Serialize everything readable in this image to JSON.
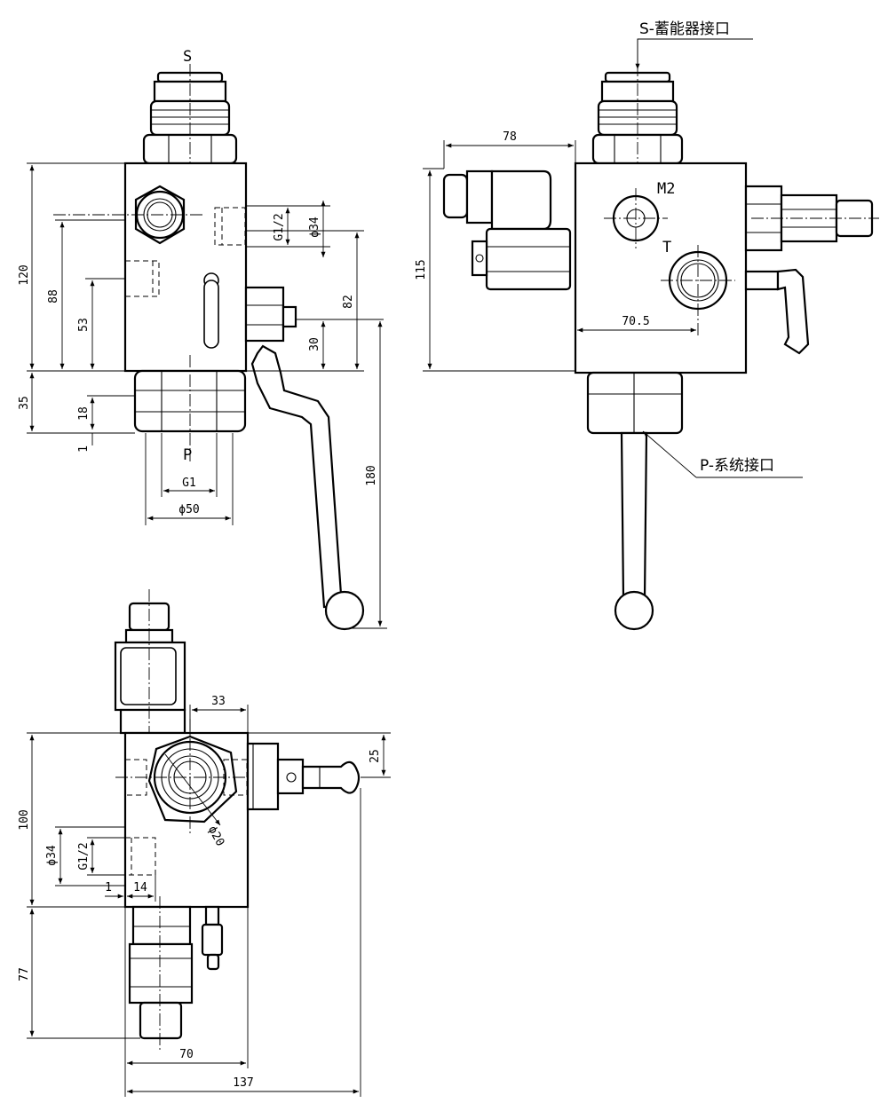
{
  "labels": {
    "port_s": "S",
    "port_p": "P",
    "port_m2": "M2",
    "port_t": "T",
    "callout_s": "S-蓄能器接口",
    "callout_p": "P-系统接口"
  },
  "dims_front": {
    "h120": "120",
    "h88": "88",
    "h53": "53",
    "h35": "35",
    "h18": "18",
    "h1": "1",
    "g1_2": "G1/2",
    "phi34": "ϕ34",
    "h82": "82",
    "h30": "30",
    "h180": "180",
    "g1": "G1",
    "phi50": "ϕ50"
  },
  "dims_side": {
    "w78": "78",
    "h115": "115",
    "w70_5": "70.5"
  },
  "dims_bottom": {
    "w33": "33",
    "h25": "25",
    "h100": "100",
    "phi20": "ϕ20",
    "phi34": "ϕ34",
    "g1_2": "G1/2",
    "w1": "1",
    "w14": "14",
    "h77": "77",
    "w70": "70",
    "w137": "137"
  }
}
